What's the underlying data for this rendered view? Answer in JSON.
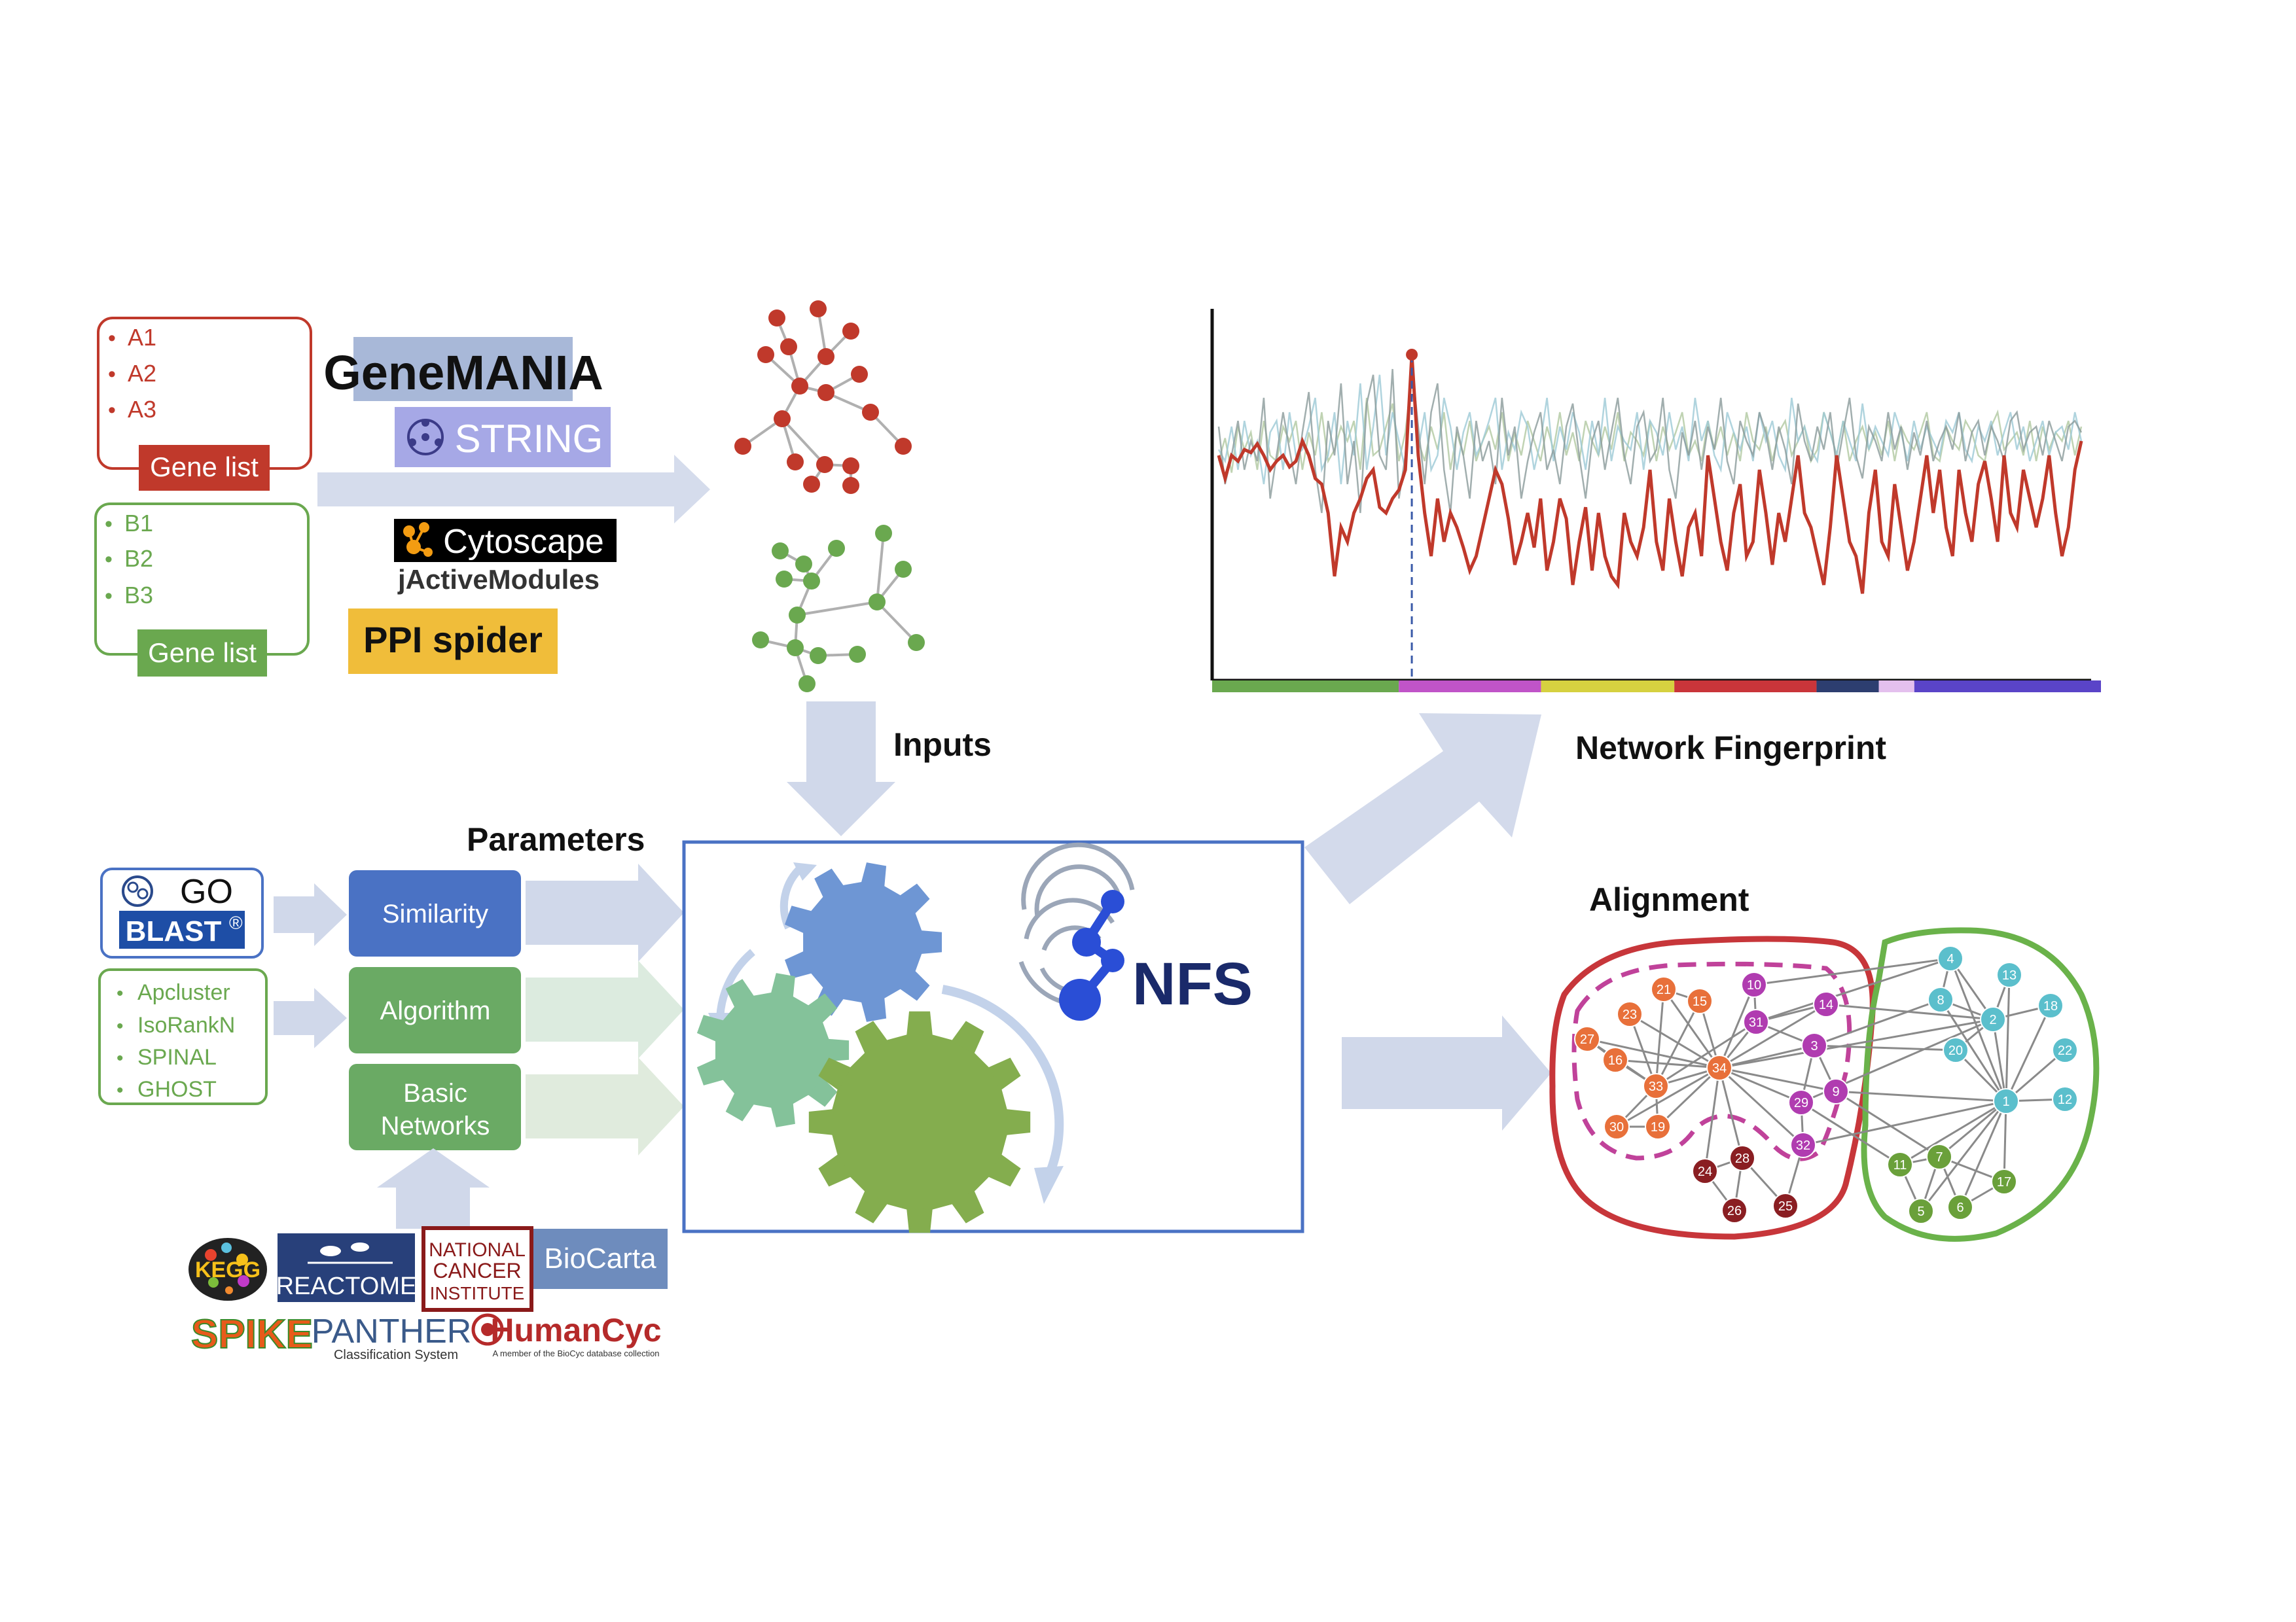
{
  "gene_list_a": {
    "items": [
      "A1",
      "A2",
      "A3"
    ],
    "label": "Gene list"
  },
  "gene_list_b": {
    "items": [
      "B1",
      "B2",
      "B3"
    ],
    "label": "Gene list"
  },
  "tools": {
    "genemania": "GeneMANIA",
    "string": "STRING",
    "cytoscape": "Cytoscape",
    "jactivemodules": "jActiveModules",
    "ppi_spider": "PPI spider"
  },
  "labels": {
    "inputs": "Inputs",
    "parameters": "Parameters",
    "network_fingerprint": "Network Fingerprint",
    "alignment": "Alignment"
  },
  "similarity_sources": {
    "go": "GO",
    "blast": "BLAST",
    "blast_mark": "®"
  },
  "algorithms": [
    "Apcluster",
    "IsoRankN",
    "SPINAL",
    "GHOST"
  ],
  "parameter_boxes": {
    "similarity": "Similarity",
    "algorithm": "Algorithm",
    "basic_networks_line1": "Basic",
    "basic_networks_line2": "Networks"
  },
  "databases": {
    "kegg": "KEGG",
    "reactome": "REACTOME",
    "nci_1": "NATIONAL",
    "nci_2": "CANCER",
    "nci_3": "INSTITUTE",
    "biocarta": "BioCarta",
    "spike": "SPIKE",
    "panther": "PANTHER",
    "panther_sub": "Classification System",
    "humancyc": "HumanCyc",
    "humancyc_sub": "A member of the BioCyc database collection"
  },
  "nfs_logo": "NFS",
  "colors": {
    "red": "#c0392b",
    "green": "#6aa84f",
    "arrow": "#d0d8ea",
    "blue_box": "#4a72c4",
    "green_box": "#6aaa64",
    "magenta": "#c03ca0",
    "teal": "#5bbfcc"
  },
  "chart_data": {
    "type": "line",
    "title": "",
    "xlabel": "",
    "ylabel": "",
    "highlight_index": 30,
    "series": [
      {
        "color": "#c0392b",
        "values": [
          60,
          52,
          60,
          58,
          62,
          61,
          64,
          60,
          55,
          58,
          60,
          56,
          58,
          65,
          60,
          52,
          50,
          40,
          18,
          35,
          30,
          40,
          45,
          52,
          55,
          42,
          40,
          45,
          48,
          55,
          95,
          60,
          40,
          25,
          45,
          30,
          40,
          35,
          28,
          20,
          25,
          35,
          45,
          55,
          50,
          38,
          22,
          30,
          40,
          28,
          45,
          20,
          30,
          45,
          38,
          15,
          30,
          42,
          20,
          40,
          25,
          18,
          15,
          40,
          30,
          25,
          35,
          55,
          30,
          20,
          45,
          30,
          18,
          35,
          40,
          25,
          60,
          45,
          30,
          20,
          40,
          50,
          25,
          30,
          55,
          40,
          22,
          40,
          30,
          45,
          60,
          40,
          35,
          25,
          15,
          35,
          60,
          45,
          30,
          25,
          12,
          40,
          55,
          30,
          25,
          50,
          35,
          20,
          30,
          45,
          60,
          40,
          55,
          35,
          25,
          55,
          40,
          30,
          50,
          58,
          45,
          30,
          60,
          40,
          35,
          55,
          45,
          35,
          45,
          60,
          40,
          25,
          35,
          55,
          65
        ]
      },
      {
        "color": "#8a9a9a",
        "values": [
          70,
          50,
          60,
          72,
          55,
          65,
          58,
          80,
          45,
          60,
          75,
          62,
          50,
          68,
          82,
          55,
          40,
          72,
          60,
          85,
          50,
          65,
          40,
          78,
          88,
          60,
          55,
          90,
          45,
          60,
          92,
          70,
          50,
          75,
          85,
          55,
          40,
          70,
          60,
          45,
          72,
          58,
          65,
          50,
          80,
          60,
          70,
          45,
          58,
          68,
          75,
          55,
          62,
          50,
          70,
          78,
          60,
          45,
          65,
          72,
          55,
          68,
          80,
          60,
          50,
          70,
          75,
          58,
          62,
          80,
          55,
          45,
          68,
          60,
          72,
          55,
          70,
          62,
          80,
          58,
          50,
          72,
          65,
          60,
          75,
          68,
          55,
          70,
          62,
          50,
          78,
          65,
          58,
          70,
          62,
          75,
          55,
          68,
          80,
          60,
          52,
          70,
          65,
          58,
          75,
          62,
          70,
          55,
          68,
          60,
          72,
          58,
          65,
          70,
          62,
          75,
          58,
          68,
          72,
          60,
          70,
          65,
          58,
          72,
          75,
          62,
          68,
          70,
          60,
          72,
          65,
          58,
          70,
          72,
          68
        ]
      },
      {
        "color": "#9cc9d6",
        "values": [
          62,
          58,
          70,
          55,
          72,
          60,
          65,
          50,
          68,
          72,
          55,
          75,
          60,
          62,
          70,
          80,
          55,
          60,
          75,
          50,
          72,
          60,
          85,
          55,
          70,
          88,
          60,
          75,
          65,
          55,
          90,
          62,
          75,
          55,
          60,
          80,
          70,
          55,
          68,
          75,
          60,
          65,
          72,
          80,
          55,
          68,
          62,
          75,
          70,
          55,
          65,
          80,
          58,
          70,
          62,
          75,
          68,
          55,
          72,
          60,
          80,
          58,
          70,
          65,
          62,
          75,
          55,
          72,
          68,
          60,
          75,
          62,
          70,
          58,
          80,
          65,
          72,
          60,
          55,
          75,
          68,
          62,
          70,
          58,
          75,
          65,
          72,
          60,
          55,
          80,
          65,
          70,
          62,
          58,
          75,
          68,
          60,
          72,
          65,
          58,
          78,
          62,
          70,
          65,
          60,
          75,
          68,
          58,
          72,
          62,
          70,
          65,
          60,
          72,
          68,
          75,
          62,
          58,
          70,
          65,
          72,
          60,
          68,
          75,
          62,
          70,
          58,
          65,
          72,
          60,
          68,
          70,
          62,
          75,
          65
        ]
      },
      {
        "color": "#b0c8a0",
        "values": [
          58,
          66,
          54,
          70,
          62,
          68,
          55,
          72,
          60,
          58,
          70,
          65,
          72,
          55,
          68,
          60,
          75,
          58,
          62,
          70,
          65,
          72,
          55,
          80,
          60,
          62,
          70,
          78,
          58,
          68,
          88,
          65,
          58,
          70,
          62,
          75,
          55,
          68,
          60,
          72,
          58,
          65,
          70,
          62,
          75,
          58,
          68,
          60,
          72,
          65,
          58,
          70,
          62,
          75,
          60,
          68,
          58,
          72,
          65,
          60,
          70,
          62,
          75,
          58,
          68,
          65,
          60,
          72,
          58,
          70,
          62,
          68,
          75,
          60,
          65,
          58,
          72,
          62,
          70,
          60,
          68,
          58,
          75,
          65,
          62,
          70,
          58,
          68,
          72,
          60,
          65,
          70,
          58,
          62,
          75,
          68,
          60,
          72,
          58,
          65,
          70,
          62,
          68,
          60,
          72,
          58,
          70,
          65,
          62,
          68,
          75,
          60,
          58,
          70,
          65,
          62,
          72,
          68,
          60,
          58,
          70,
          75,
          62,
          65,
          68,
          60,
          72,
          58,
          70,
          62,
          68,
          65,
          72,
          60,
          70
        ]
      }
    ],
    "color_bar": [
      "#6aa84f",
      "#c054c8",
      "#d6d140",
      "#c9353a",
      "#2d3e70",
      "#e4c0ee",
      "#5a44c8"
    ],
    "color_bar_fractions": [
      0.21,
      0.16,
      0.15,
      0.16,
      0.07,
      0.04,
      0.21
    ]
  },
  "alignment_network": {
    "red_nodes": [
      "21",
      "15",
      "10",
      "23",
      "31",
      "14",
      "27",
      "16",
      "34",
      "3",
      "33",
      "29",
      "9",
      "30",
      "19",
      "28",
      "24",
      "32",
      "26",
      "25"
    ],
    "green_nodes": [
      "4",
      "13",
      "8",
      "2",
      "18",
      "20",
      "22",
      "1",
      "12",
      "11",
      "7",
      "17",
      "5",
      "6"
    ]
  }
}
